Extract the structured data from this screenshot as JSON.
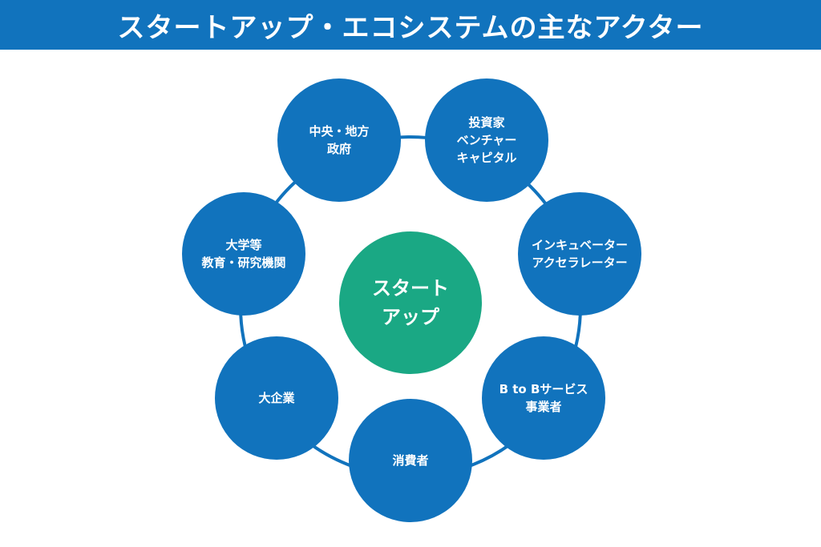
{
  "title": "スタートアップ・エコシステムの主なアクター",
  "colors": {
    "title_bar": "#1173bd",
    "actor_fill": "#1173bd",
    "center_fill": "#1aa884",
    "ring": "#1173bd",
    "text": "#ffffff"
  },
  "center": {
    "lines": [
      "スタート",
      "アップ"
    ]
  },
  "actors": [
    {
      "id": "government",
      "lines": [
        "中央・地方",
        "政府"
      ]
    },
    {
      "id": "investors",
      "lines": [
        "投資家",
        "ベンチャー",
        "キャピタル"
      ]
    },
    {
      "id": "incubators",
      "lines": [
        "インキュベーター",
        "アクセラレーター"
      ]
    },
    {
      "id": "b2b-services",
      "lines": [
        "B to Bサービス",
        "事業者"
      ]
    },
    {
      "id": "consumers",
      "lines": [
        "消費者"
      ]
    },
    {
      "id": "large-companies",
      "lines": [
        "大企業"
      ]
    },
    {
      "id": "universities",
      "lines": [
        "大学等",
        "教育・研究機関"
      ]
    }
  ]
}
